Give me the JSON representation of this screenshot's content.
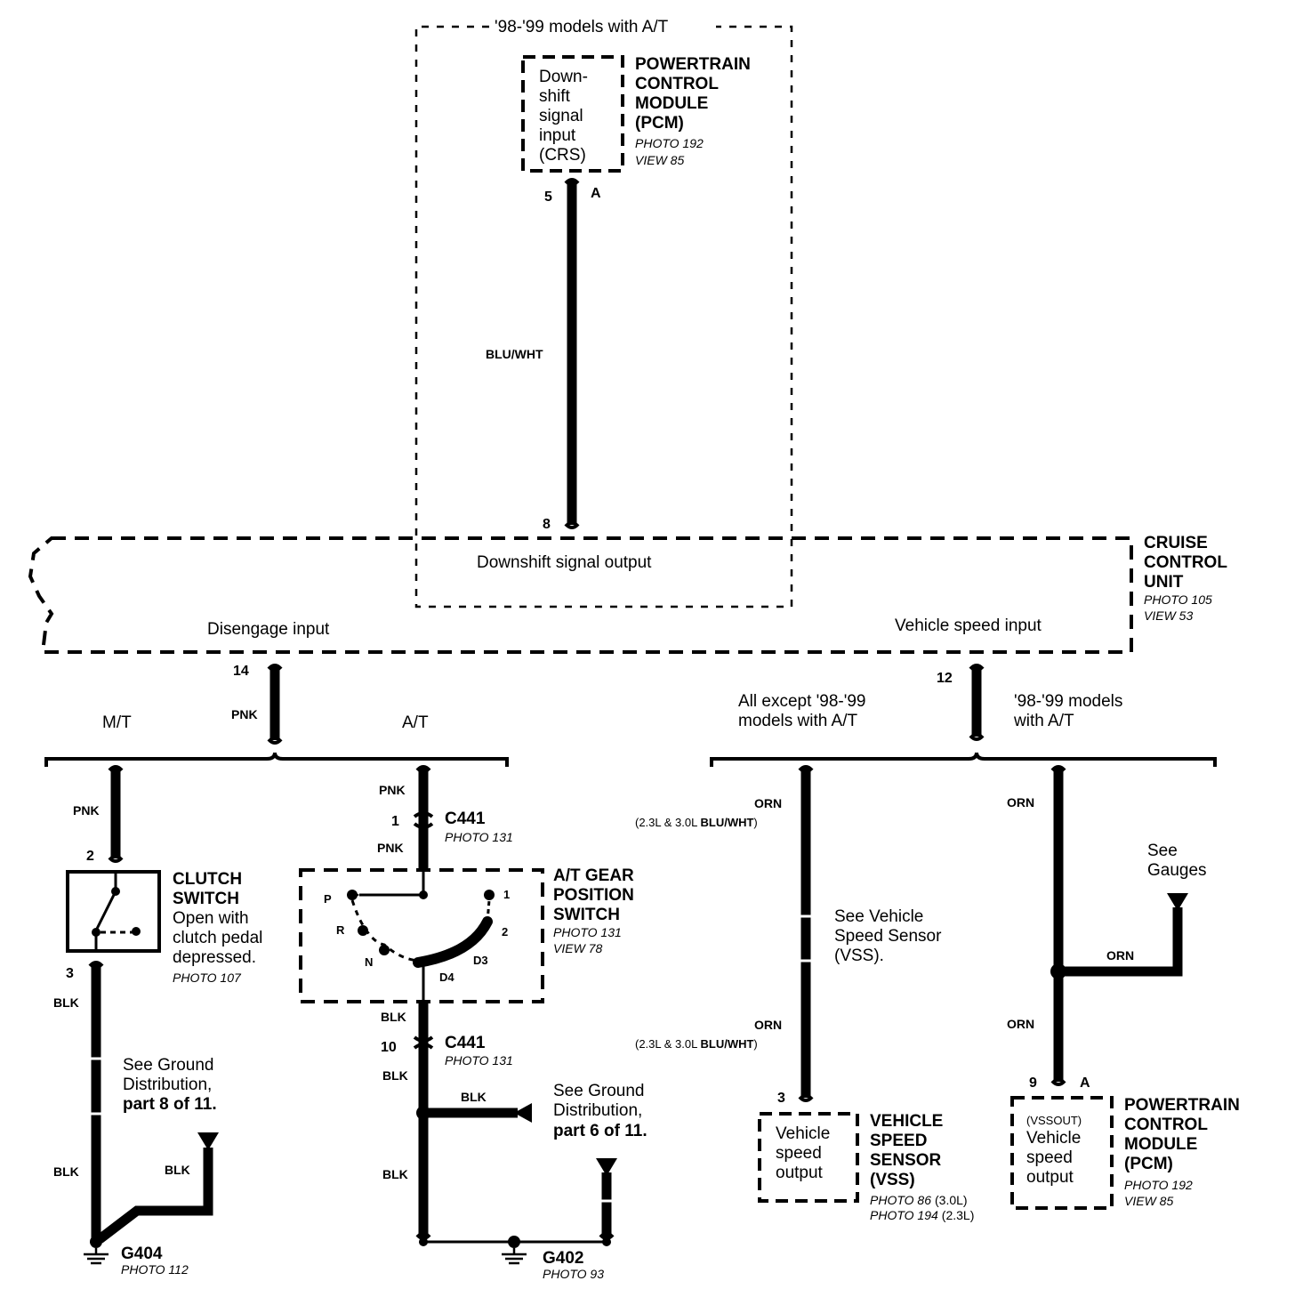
{
  "top_box_label": "'98-'99 models with A/T",
  "pcm_top": {
    "box_lines": [
      "Down-",
      "shift",
      "signal",
      "input",
      "(CRS)"
    ],
    "title_lines": [
      "POWERTRAIN",
      "CONTROL",
      "MODULE",
      "(PCM)"
    ],
    "photo": "PHOTO 192",
    "view": "VIEW 85",
    "pin": "5",
    "connector": "A"
  },
  "wire_blu_wht": "BLU/WHT",
  "ccu": {
    "pin_top": "8",
    "title_lines": [
      "CRUISE",
      "CONTROL",
      "UNIT"
    ],
    "photo": "PHOTO 105",
    "view": "VIEW 53",
    "downshift_output": "Downshift signal output",
    "disengage_input": "Disengage input",
    "speed_input": "Vehicle speed input",
    "pin_14": "14",
    "pin_12": "12"
  },
  "left_branch": {
    "wire_pnk": "PNK",
    "mt": "M/T",
    "at": "A/T"
  },
  "clutch_switch": {
    "wire_pnk": "PNK",
    "pin_2": "2",
    "pin_3": "3",
    "title_lines": [
      "CLUTCH",
      "SWITCH"
    ],
    "desc_lines": [
      "Open with",
      "clutch pedal",
      "depressed."
    ],
    "photo": "PHOTO 107",
    "wire_blk_1": "BLK",
    "wire_blk_2": "BLK",
    "wire_blk_3": "BLK",
    "see_lines": [
      "See Ground",
      "Distribution,"
    ],
    "see_part": "part 8 of 11.",
    "ground": "G404",
    "ground_photo": "PHOTO 112"
  },
  "gear_switch": {
    "wire_pnk_1": "PNK",
    "wire_pnk_2": "PNK",
    "pin_1": "1",
    "c441_top": "C441",
    "c441_top_photo": "PHOTO 131",
    "title_lines": [
      "A/T GEAR",
      "POSITION",
      "SWITCH"
    ],
    "photo": "PHOTO 131",
    "view": "VIEW 78",
    "positions": {
      "p": "P",
      "r": "R",
      "n": "N",
      "d4": "D4",
      "d3": "D3",
      "g2": "2",
      "g1": "1"
    },
    "wire_blk_1": "BLK",
    "pin_10": "10",
    "c441_bot": "C441",
    "c441_bot_photo": "PHOTO 131",
    "wire_blk_2": "BLK",
    "wire_blk_3": "BLK",
    "wire_blk_4": "BLK",
    "see_lines": [
      "See Ground",
      "Distribution,"
    ],
    "see_part": "part 6 of 11.",
    "ground": "G402",
    "ground_photo": "PHOTO 93"
  },
  "right_branch": {
    "all_except_lines": [
      "All except '98-'99",
      "models with A/T"
    ],
    "models_lines": [
      "'98-'99 models",
      "with A/T"
    ]
  },
  "vss": {
    "wire_orn_1": "ORN",
    "alt_1_prefix": "(2.3L & 3.0L ",
    "alt_1_bold": "BLU/WHT",
    "alt_1_suffix": ")",
    "see_lines": [
      "See Vehicle",
      "Speed Sensor",
      "(VSS)."
    ],
    "wire_orn_2": "ORN",
    "alt_2_prefix": "(2.3L & 3.0L ",
    "alt_2_bold": "BLU/WHT",
    "alt_2_suffix": ")",
    "pin_3": "3",
    "box_lines": [
      "Vehicle",
      "speed",
      "output"
    ],
    "title_lines": [
      "VEHICLE",
      "SPEED",
      "SENSOR",
      "(VSS)"
    ],
    "photo_1": "PHOTO 86",
    "photo_1_note": "(3.0L)",
    "photo_2": "PHOTO 194",
    "photo_2_note": "(2.3L)"
  },
  "pcm_bottom": {
    "wire_orn_1": "ORN",
    "see_lines": [
      "See",
      "Gauges"
    ],
    "wire_orn_2": "ORN",
    "wire_orn_3": "ORN",
    "pin": "9",
    "connector": "A",
    "box_lines": [
      "(VSSOUT)",
      "Vehicle",
      "speed",
      "output"
    ],
    "title_lines": [
      "POWERTRAIN",
      "CONTROL",
      "MODULE",
      "(PCM)"
    ],
    "photo": "PHOTO 192",
    "view": "VIEW 85"
  }
}
